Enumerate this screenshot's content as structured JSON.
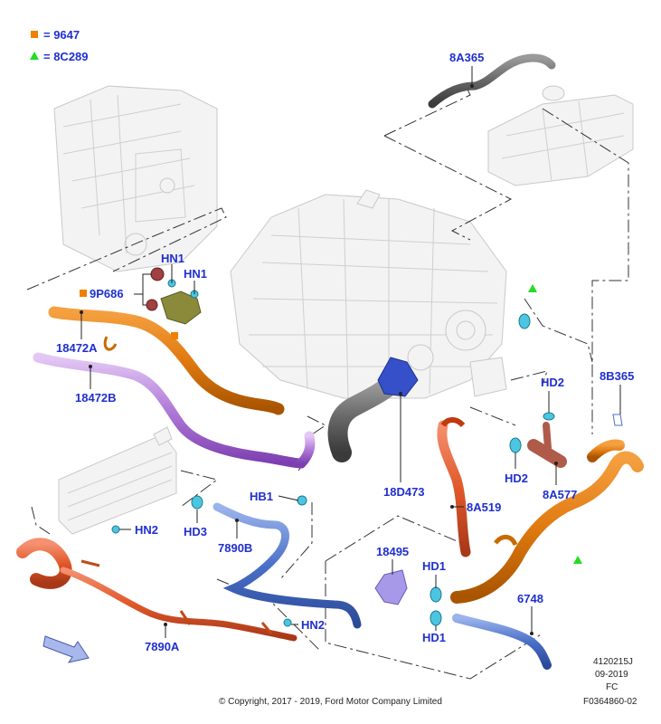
{
  "legend": {
    "square": {
      "symbol_color": "#f08000",
      "label": "= 9647"
    },
    "triangle": {
      "symbol_color": "#22dd22",
      "label": "= 8C289"
    }
  },
  "callouts": {
    "c8A365": "8A365",
    "cHN1a": "HN1",
    "cHN1b": "HN1",
    "c9P686": "9P686",
    "c18472A": "18472A",
    "c18472B": "18472B",
    "cHD2a": "HD2",
    "cHD2b": "HD2",
    "c8B365": "8B365",
    "c8A577": "8A577",
    "c18D473": "18D473",
    "c8A519": "8A519",
    "cHB1": "HB1",
    "cHD3": "HD3",
    "c7890B": "7890B",
    "cHN2a": "HN2",
    "cHN2b": "HN2",
    "c18495": "18495",
    "cHD1a": "HD1",
    "cHD1b": "HD1",
    "c6748": "6748",
    "c7890A": "7890A"
  },
  "footer": {
    "copyright": "© Copyright, 2017 - 2019, Ford Motor Company Limited",
    "code1": "4120215J",
    "code2": "09-2019",
    "code3": "FC",
    "code4": "F0364860-02"
  },
  "colors": {
    "orange_hose": "#e07a10",
    "purple_hose": "#9b55c8",
    "red_hose": "#e0582a",
    "blue_hose": "#4a70c8",
    "clamp": "#4cc6e0",
    "callout_text": "#1f2fcf"
  }
}
